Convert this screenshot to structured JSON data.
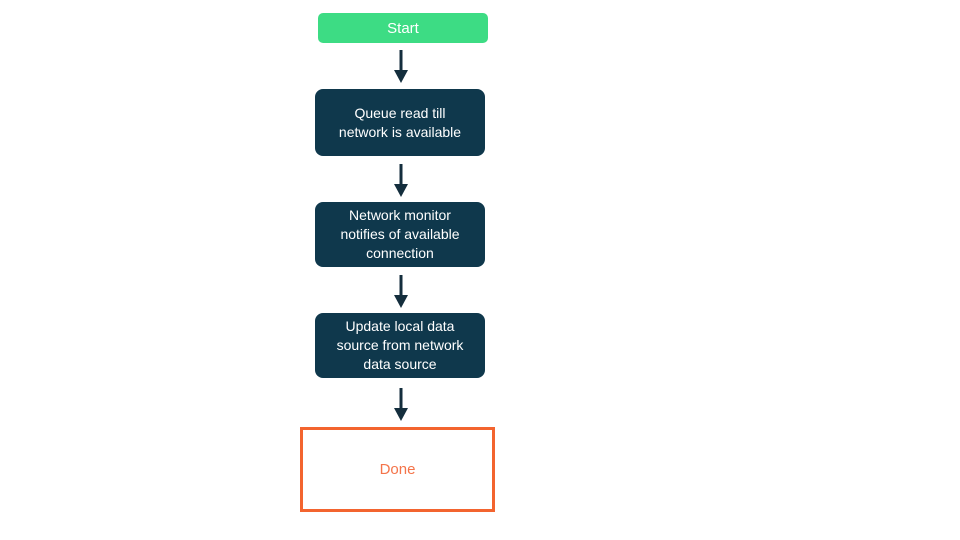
{
  "diagram": {
    "type": "flowchart",
    "orientation": "top-down",
    "nodes": [
      {
        "id": "start",
        "type": "start",
        "label": "Start"
      },
      {
        "id": "queue-read",
        "type": "process",
        "label": "Queue read till\nnetwork is available"
      },
      {
        "id": "network-monitor",
        "type": "process",
        "label": "Network monitor\nnotifies of available\nconnection"
      },
      {
        "id": "update-local",
        "type": "process",
        "label": "Update local data\nsource from network\ndata source"
      },
      {
        "id": "done",
        "type": "end",
        "label": "Done"
      }
    ],
    "edges": [
      {
        "from": "start",
        "to": "queue-read"
      },
      {
        "from": "queue-read",
        "to": "network-monitor"
      },
      {
        "from": "network-monitor",
        "to": "update-local"
      },
      {
        "from": "update-local",
        "to": "done"
      }
    ],
    "colors": {
      "background": "#ffffff",
      "start_fill": "#3ddc84",
      "start_text": "#ffffff",
      "process_fill": "#0f384c",
      "process_text": "#ffffff",
      "arrow": "#142e3d",
      "done_border": "#f3642f",
      "done_text": "#f4744a"
    }
  }
}
